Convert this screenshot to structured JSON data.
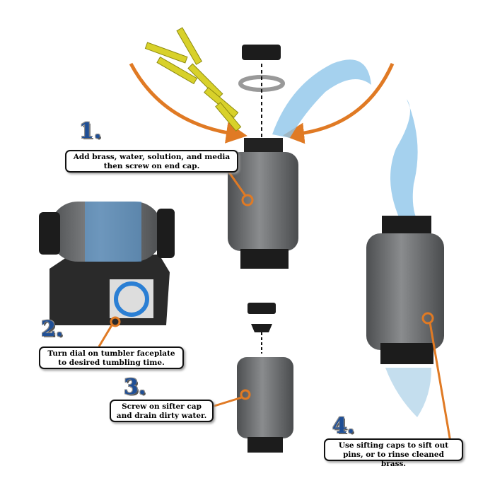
{
  "steps": [
    {
      "number": "1.",
      "text": "Add brass, water, solution, and media then screw on end cap."
    },
    {
      "number": "2.",
      "text": "Turn dial on tumbler faceplate to desired tumbling time."
    },
    {
      "number": "3.",
      "text": "Screw on sifter cap and drain dirty water."
    },
    {
      "number": "4.",
      "text": "Use sifting caps to sift out pins, or to rinse cleaned brass."
    }
  ],
  "colors": {
    "number": "#1f4f96",
    "arrow": "#e07a24",
    "canister": "#6e7072",
    "cap": "#1c1c1c",
    "brass": "#d8d12a",
    "water": "#8fc6ea"
  }
}
